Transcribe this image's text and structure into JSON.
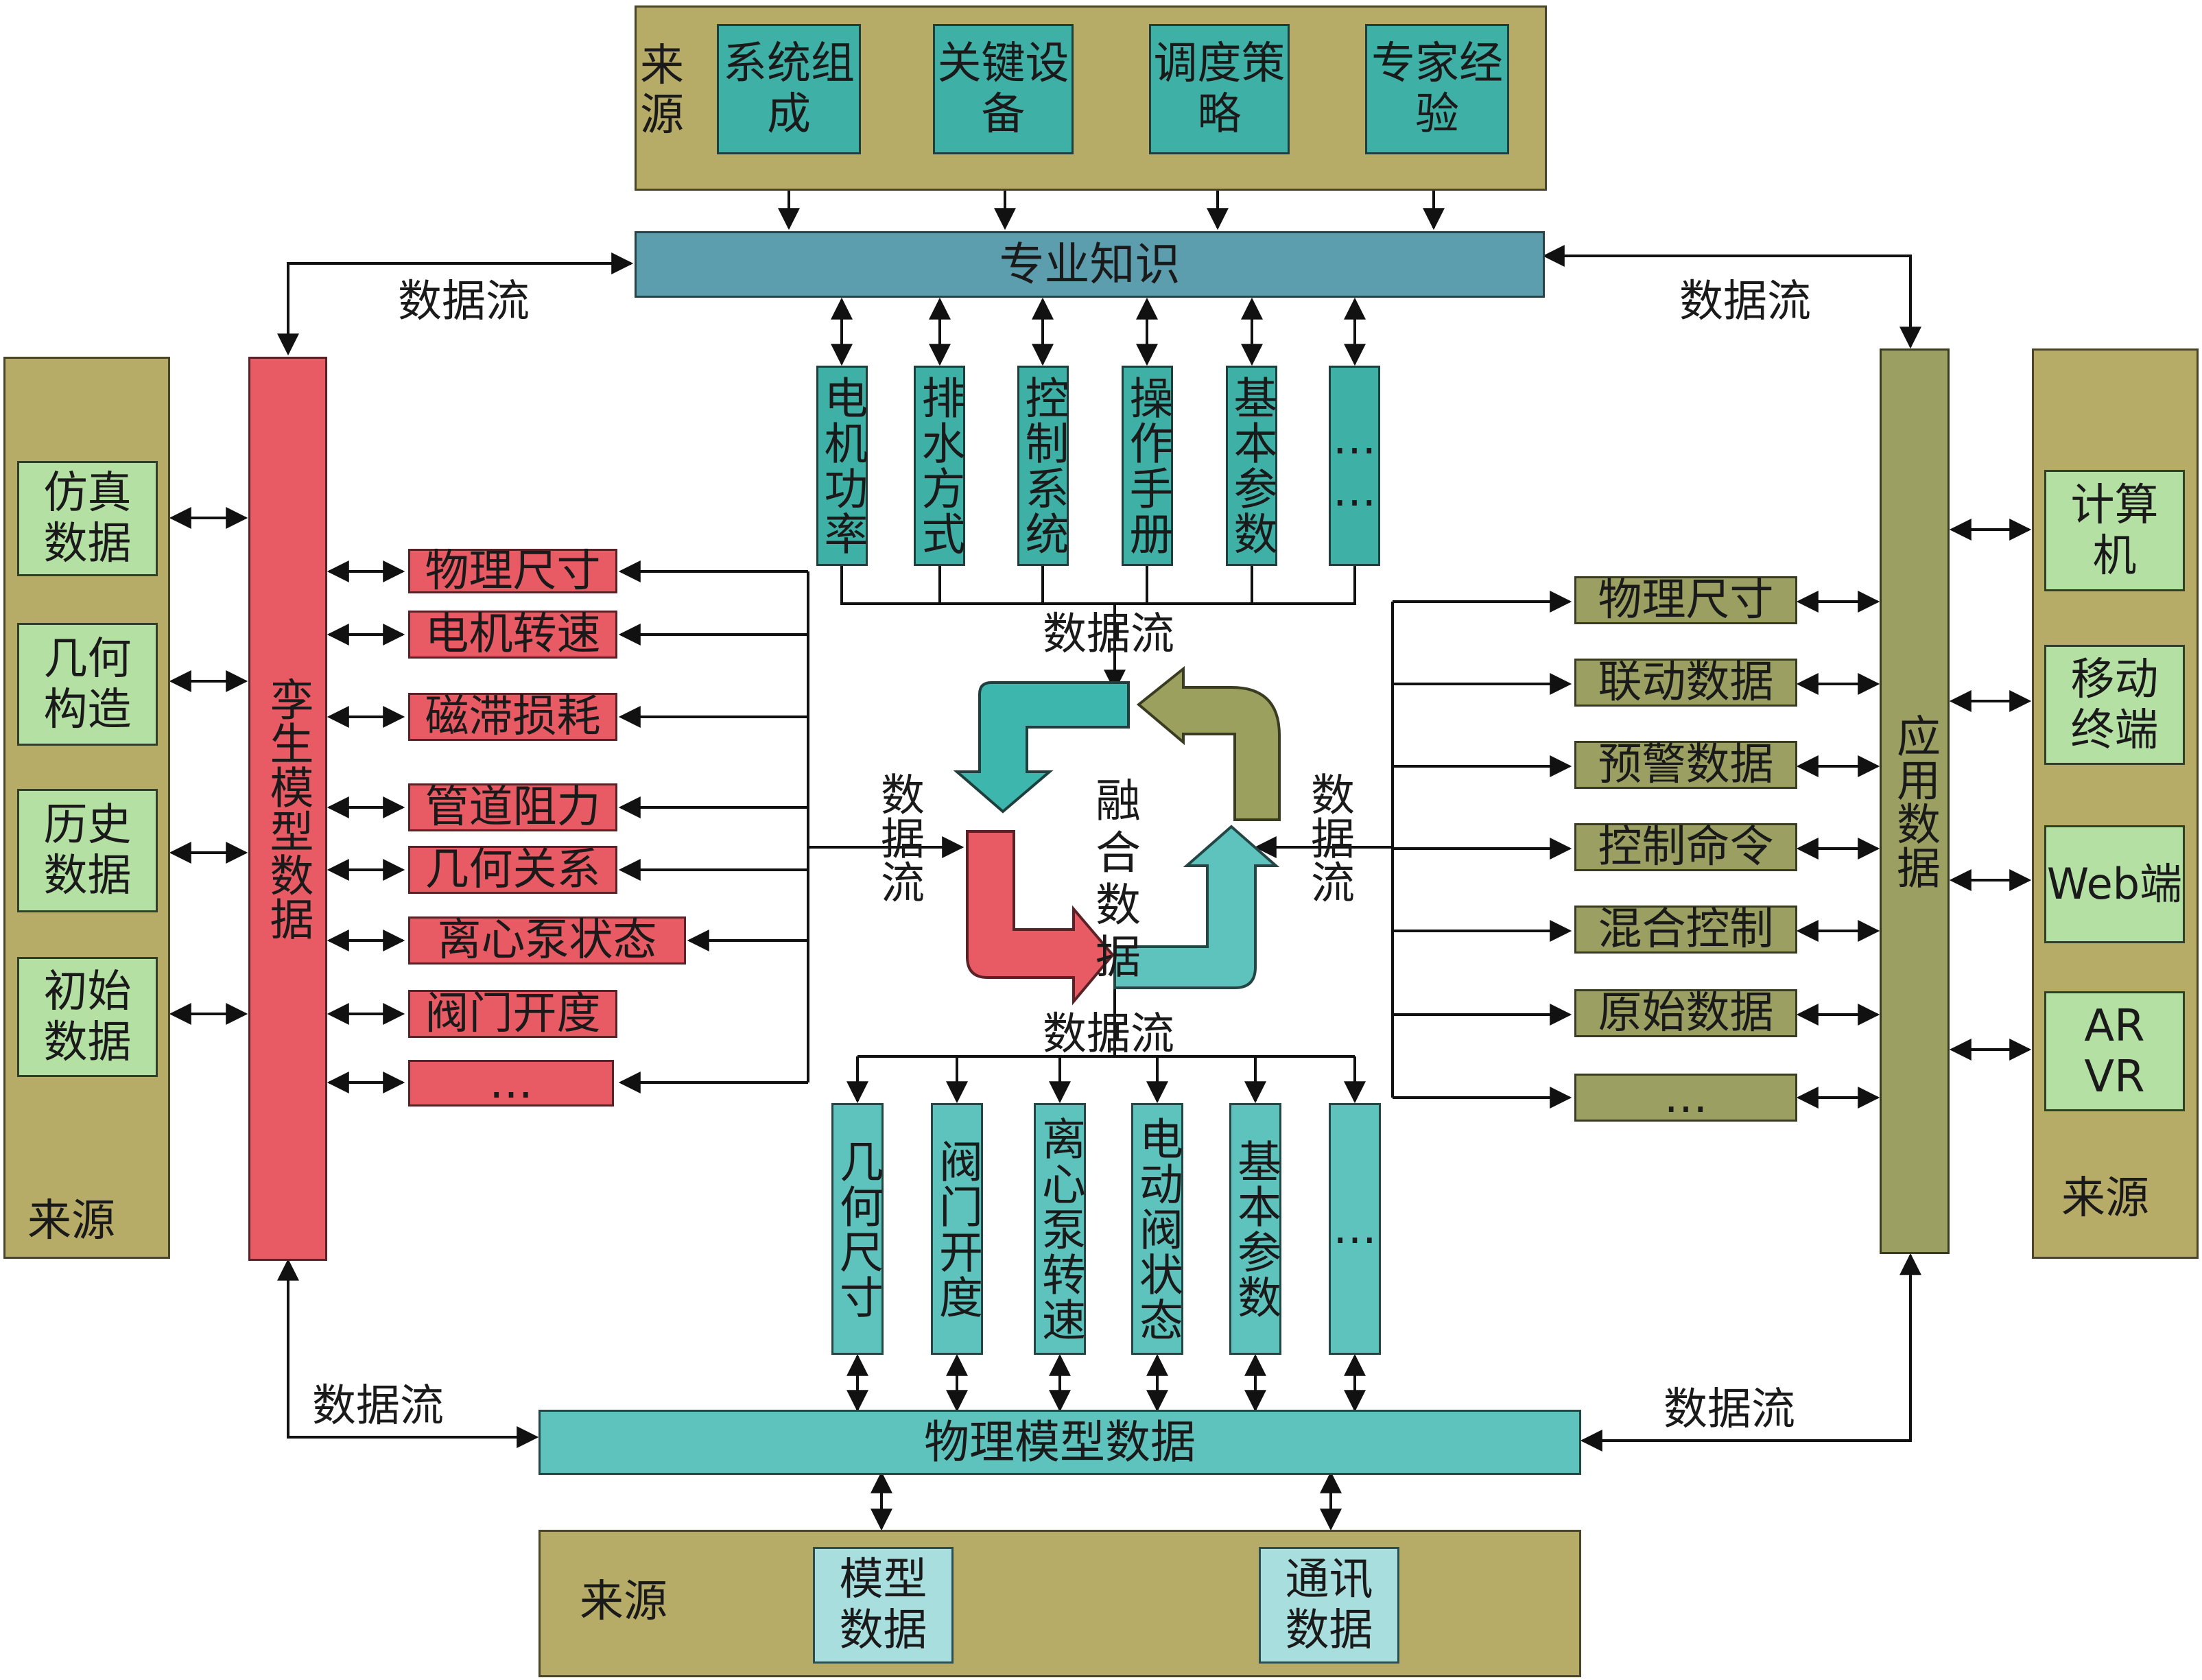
{
  "sources": {
    "top": {
      "label": "来源",
      "items": [
        "系统组成",
        "关键设备",
        "调度策略",
        "专家经验"
      ]
    },
    "left": {
      "label": "来源",
      "items": [
        "仿真数据",
        "几何构造",
        "历史数据",
        "初始数据"
      ]
    },
    "right": {
      "label": "来源",
      "items": [
        "计算机",
        "移动终端",
        "Web端",
        "AR VR"
      ]
    },
    "bottom": {
      "label": "来源",
      "items": [
        "模型数据",
        "通讯数据"
      ]
    }
  },
  "knowledge": {
    "title": "专业知识",
    "items": [
      "电机功率",
      "排水方式",
      "控制系统",
      "操作手册",
      "基本参数",
      "……"
    ]
  },
  "physical": {
    "title": "物理模型数据",
    "items": [
      "几何尺寸",
      "阀门开度",
      "离心泵转速",
      "电动阀状态",
      "基本参数",
      "…"
    ]
  },
  "twin": {
    "title": "孪生模型数据",
    "items": [
      "物理尺寸",
      "电机转速",
      "磁滞损耗",
      "管道阻力",
      "几何关系",
      "离心泵状态",
      "阀门开度",
      "…"
    ]
  },
  "application": {
    "title": "应用数据",
    "items": [
      "物理尺寸",
      "联动数据",
      "预警数据",
      "控制命令",
      "混合控制",
      "原始数据",
      "…"
    ]
  },
  "fusion": {
    "label": "融合数据"
  },
  "flow_label": "数据流",
  "colors": {
    "source": "#b7ab68",
    "teal": "#3fb0a6",
    "red": "#e85b64",
    "olive": "#9ba062",
    "bar": "#5d9eae",
    "green": "#b5e0a4"
  }
}
